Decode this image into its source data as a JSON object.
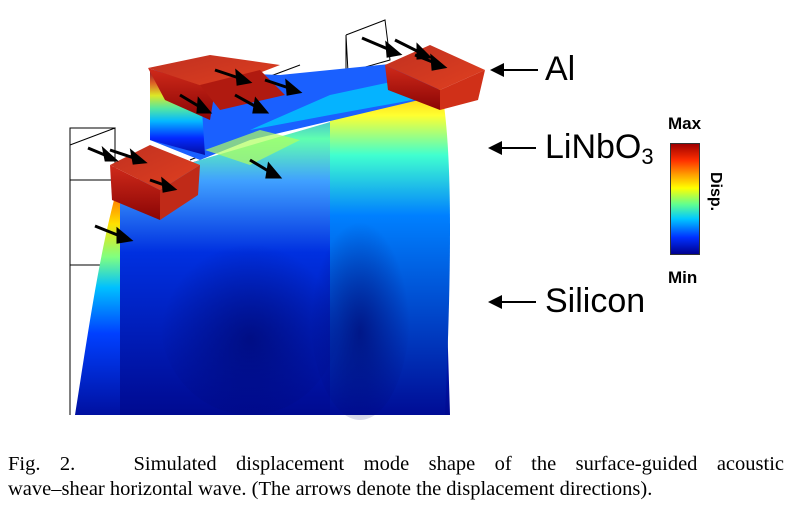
{
  "labels": {
    "al": "Al",
    "linbo_main": "LiNbO",
    "linbo_sub": "3",
    "silicon": "Silicon"
  },
  "colorbar": {
    "max": "Max",
    "min": "Min",
    "title": "Disp."
  },
  "caption": {
    "fig": "Fig. 2.",
    "text_line1": "Simulated displacement mode shape of the surface-guided acoustic",
    "text_line2": "wave–shear horizontal wave. (The arrows denote the displacement directions)."
  },
  "colors": {
    "max": "#b01010",
    "min": "#0a1a9a"
  }
}
